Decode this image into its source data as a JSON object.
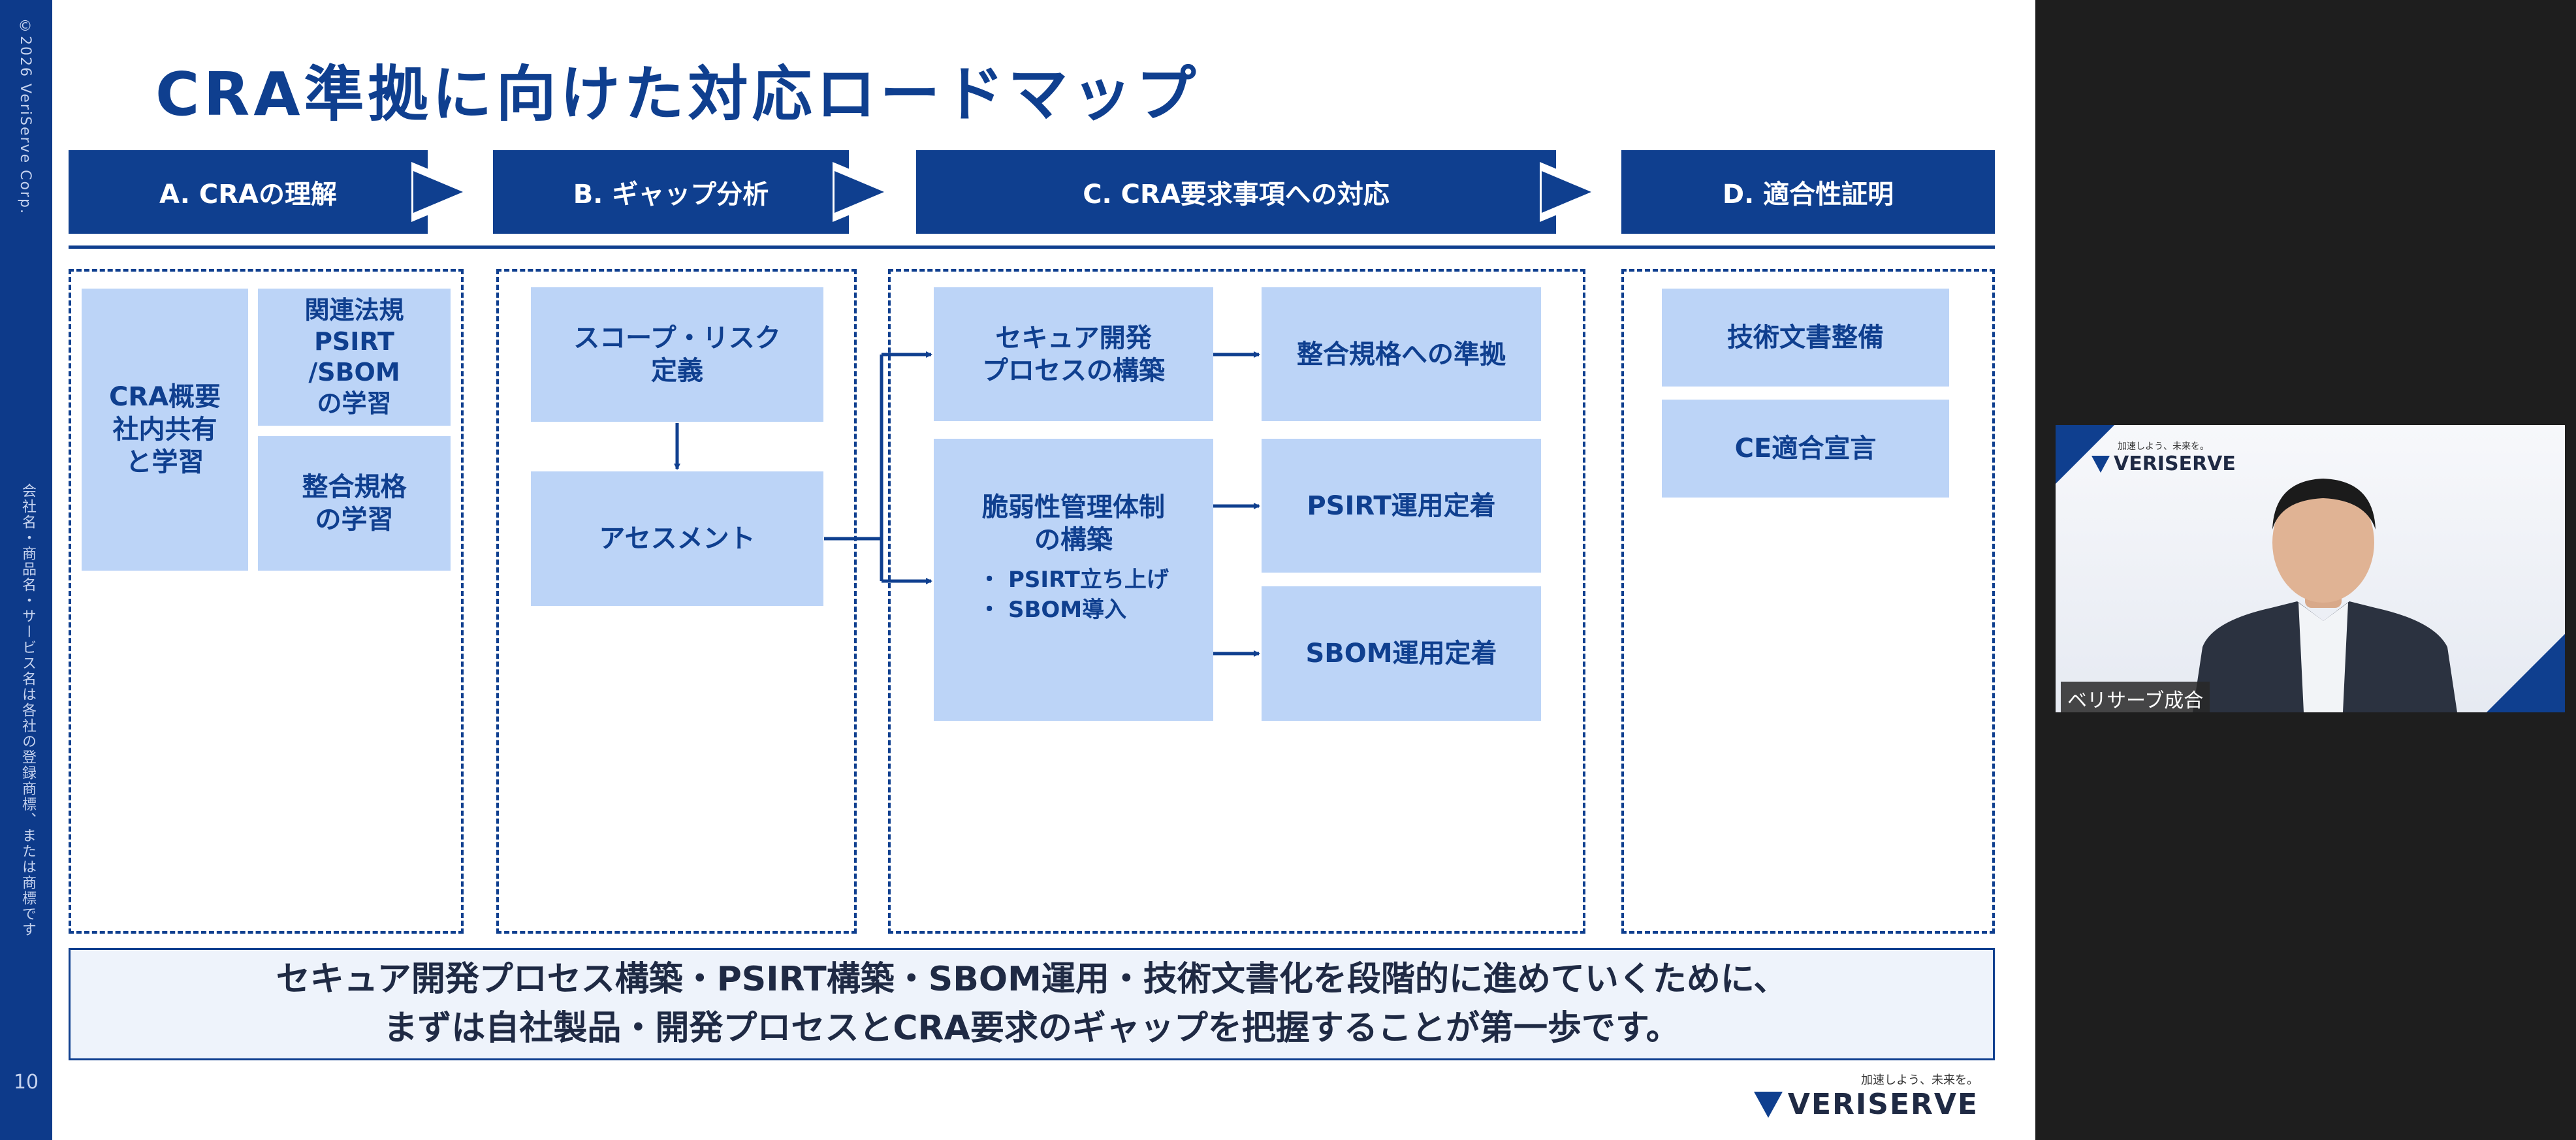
{
  "slide": {
    "copyright": "©2026 VeriServe Corp.",
    "trademark_note": "会社名・商品名・サービス名は各社の登録商標、または商標です",
    "page_number": "10",
    "title": "CRA準拠に向けた対応ロードマップ",
    "phases": [
      {
        "label": "A. CRAの理解"
      },
      {
        "label": "B. ギャップ分析"
      },
      {
        "label": "C. CRA要求事項への対応"
      },
      {
        "label": "D. 適合性証明"
      }
    ],
    "group_a": {
      "overview": "CRA概要\n社内共有\nと学習",
      "laws": "関連法規\nPSIRT\n/SBOM\nの学習",
      "standards": "整合規格\nの学習"
    },
    "group_b": {
      "scope": "スコープ・リスク\n定義",
      "assessment": "アセスメント"
    },
    "group_c": {
      "secure_dev": "セキュア開発\nプロセスの構築",
      "standards_compliance": "整合規格への準拠",
      "vuln_mgmt": "脆弱性管理体制\nの構築",
      "vuln_bullets": [
        "PSIRT立ち上げ",
        "SBOM導入"
      ],
      "psirt_ops": "PSIRT運用定着",
      "sbom_ops": "SBOM運用定着"
    },
    "group_d": {
      "tech_docs": "技術文書整備",
      "ce_declaration": "CE適合宣言"
    },
    "conclusion": [
      "セキュア開発プロセス構築・PSIRT構築・SBOM運用・技術文書化を段階的に進めていくために、",
      "まずは自社製品・開発プロセスとCRA要求のギャップを把握することが第一歩です。"
    ],
    "logo": {
      "tagline": "加速しよう、未来を。",
      "wordmark": "VERISERVE"
    }
  },
  "video": {
    "participant_name": "ベリサーブ成合",
    "logo": {
      "tagline": "加速しよう、未来を。",
      "wordmark": "VERISERVE"
    }
  },
  "colors": {
    "brand_blue": "#0f3f8f",
    "card_blue": "#bcd4f7",
    "background": "#1e1e1e"
  }
}
